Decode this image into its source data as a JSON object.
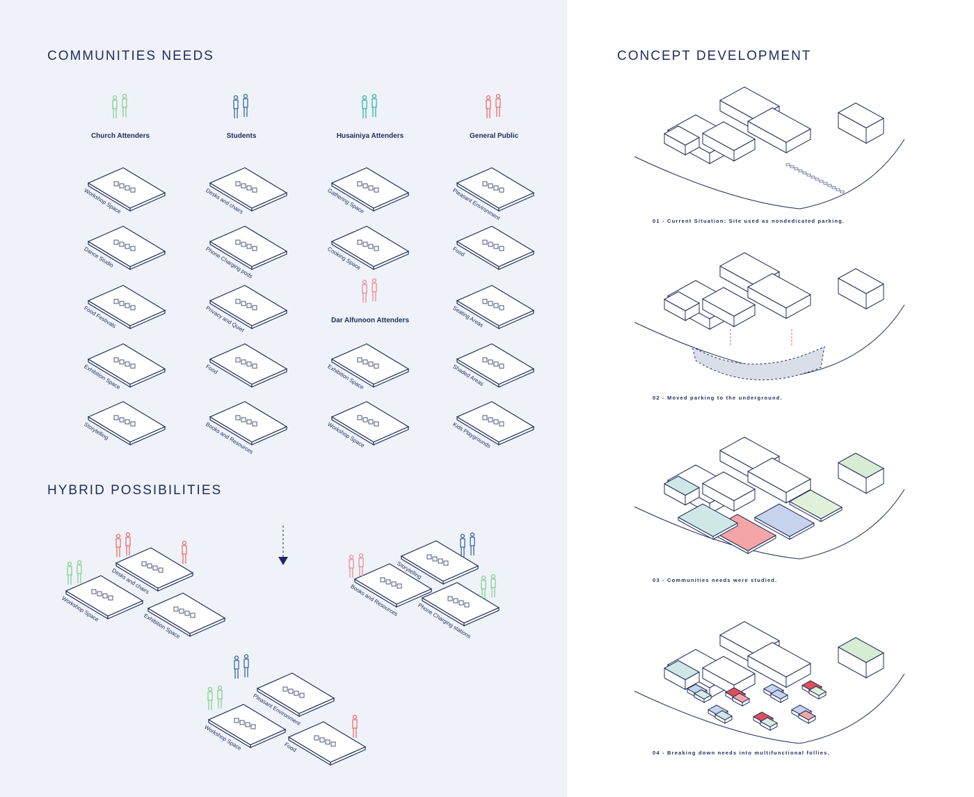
{
  "left": {
    "communities_title": "COMMUNITIES NEEDS",
    "hybrid_title": "HYBRID POSSIBILITIES",
    "groups": [
      {
        "name": "Church Attenders",
        "color": "#86cf8f",
        "spaces": [
          "Workshop Space",
          "Dance Studio",
          "Food Festivals",
          "Exhibition Space",
          "Storytelling"
        ]
      },
      {
        "name": "Students",
        "color": "#3b63a6",
        "spaces": [
          "Desks and chairs",
          "Phone Charging pods",
          "Privacy and Quiet",
          "Food",
          "Books and Resources"
        ]
      },
      {
        "name": "Husainiya Attenders",
        "color": "#2fb8a6",
        "spaces": [
          "Gathering Space",
          "Cooking Space"
        ]
      },
      {
        "name": "Dar Alfunoon Attenders",
        "color": "#ef8a95",
        "spaces": [
          "Exhibition Space",
          "Workshop Space"
        ]
      },
      {
        "name": "General Public",
        "color": "#ef6b6b",
        "spaces": [
          "Pleasant Environment",
          "Food",
          "Seating Areas",
          "Shaded Areas",
          "Kids Playgrounds"
        ]
      }
    ],
    "hybrids": [
      [
        "Desks and chairs",
        "Workshop Space",
        "Exhibition Space"
      ],
      [
        "Storytelling",
        "Books and Resources",
        "Phone Charging stations"
      ],
      [
        "Pleasant Environment",
        "Workshop Space",
        "Food"
      ]
    ]
  },
  "right": {
    "title": "CONCEPT DEVELOPMENT",
    "steps": [
      "01 - Current Situation: Site used as nondedicated parking.",
      "02 - Moved parking to the underground.",
      "03 - Communities needs were studied.",
      "04 - Breaking down needs into multifunctional follies."
    ]
  }
}
